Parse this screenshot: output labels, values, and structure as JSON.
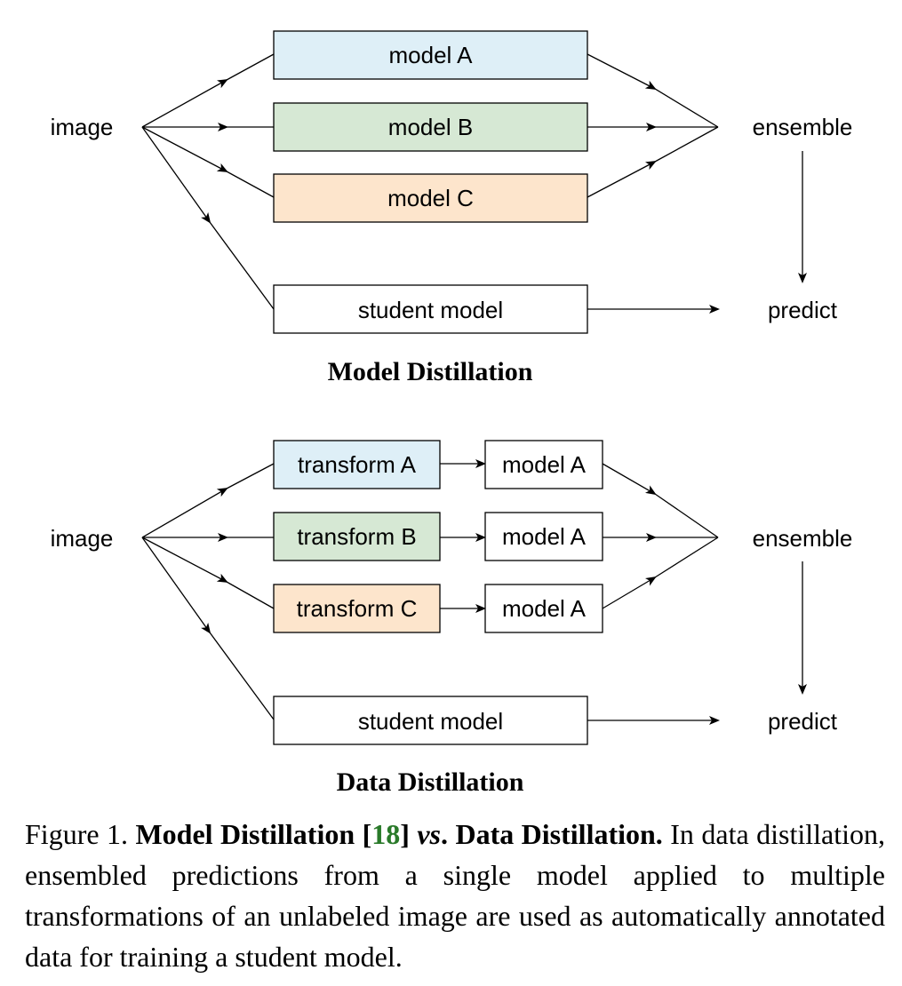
{
  "figure": {
    "section1": {
      "title": "Model Distillation",
      "input_label": "image",
      "boxes": [
        {
          "label": "model A",
          "fill": "#deeff7"
        },
        {
          "label": "model B",
          "fill": "#d6e8d4"
        },
        {
          "label": "model C",
          "fill": "#fde5cc"
        }
      ],
      "student_label": "student model",
      "ensemble_label": "ensemble",
      "output_label": "predict"
    },
    "section2": {
      "title": "Data Distillation",
      "input_label": "image",
      "transforms": [
        {
          "label": "transform A",
          "fill": "#deeff7"
        },
        {
          "label": "transform B",
          "fill": "#d6e8d4"
        },
        {
          "label": "transform C",
          "fill": "#fde5cc"
        }
      ],
      "models": [
        {
          "label": "model A"
        },
        {
          "label": "model A"
        },
        {
          "label": "model A"
        }
      ],
      "student_label": "student model",
      "ensemble_label": "ensemble",
      "output_label": "predict"
    }
  },
  "caption": {
    "prefix": "Figure 1.",
    "bold1": "Model Distillation [",
    "citation": "18",
    "bold2": "]",
    "vs": "vs",
    "bold3": ". Data Distillation.",
    "body": "In data distillation, ensembled predictions from a single model applied to multiple transformations of an unlabeled image are used as automatically annotated data for training a student model."
  }
}
